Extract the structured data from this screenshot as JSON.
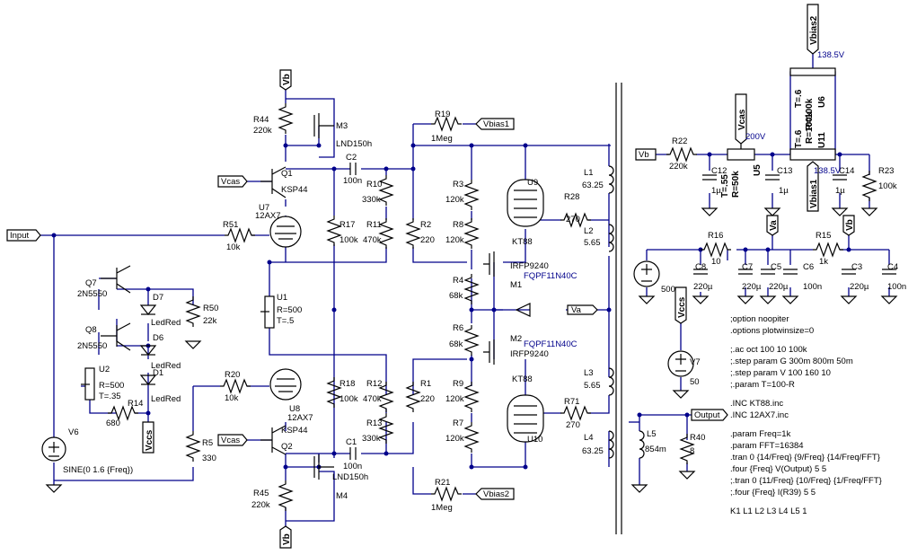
{
  "nets": {
    "input": "Input",
    "vb": "Vb",
    "vcas": "Vcas",
    "vbias1": "Vbias1",
    "vbias2": "Vbias2",
    "va": "Va",
    "vccs": "Vccs",
    "output": "Output"
  },
  "components": {
    "R44": [
      "R44",
      "220k"
    ],
    "M3": [
      "M3",
      "LND150h"
    ],
    "Q1": [
      "Q1",
      "KSP44"
    ],
    "C2": [
      "C2",
      "100n"
    ],
    "R19": [
      "R19",
      "1Meg"
    ],
    "U7": [
      "U7",
      "12AX7"
    ],
    "R51": [
      "R51",
      "10k"
    ],
    "R17": [
      "R17",
      "100k"
    ],
    "R10": [
      "R10",
      "330k"
    ],
    "R11": [
      "R11",
      "470k"
    ],
    "R2": [
      "R2",
      "220"
    ],
    "R3": [
      "R3",
      "120k"
    ],
    "R8": [
      "R8",
      "120k"
    ],
    "U9": [
      "U9",
      "KT88"
    ],
    "R28": [
      "R28",
      "270"
    ],
    "L1": [
      "L1",
      "63.25"
    ],
    "L2": [
      "L2",
      "5.65"
    ],
    "Q7": [
      "Q7",
      "2N5550"
    ],
    "Q8": [
      "Q8",
      "2N5550"
    ],
    "D7": [
      "D7",
      "LedRed"
    ],
    "D6": [
      "D6",
      "LedRed"
    ],
    "D1": [
      "D1",
      "LedRed"
    ],
    "R50": [
      "R50",
      "22k"
    ],
    "U2": [
      "U2",
      "R=500",
      "T=.35"
    ],
    "R14": [
      "R14",
      "680"
    ],
    "U1": [
      "U1",
      "R=500",
      "T=.5"
    ],
    "R4": [
      "R4",
      "68k"
    ],
    "R6": [
      "R6",
      "68k"
    ],
    "M1": [
      "M1",
      "IRFP9240",
      "FQPF11N40C"
    ],
    "M2": [
      "M2",
      "IRFP9240",
      "FQPF11N40C"
    ],
    "R20": [
      "R20",
      "10k"
    ],
    "U8": [
      "U8",
      "12AX7"
    ],
    "R18": [
      "R18",
      "100k"
    ],
    "R12": [
      "R12",
      "470k"
    ],
    "R1": [
      "R1",
      "220"
    ],
    "R9": [
      "R9",
      "120k"
    ],
    "U10": [
      "U10",
      "KT88"
    ],
    "R7": [
      "R7",
      "120k"
    ],
    "R71": [
      "R71",
      "270"
    ],
    "L3": [
      "L3",
      "5.65"
    ],
    "L4": [
      "L4",
      "63.25"
    ],
    "R13": [
      "R13",
      "330k"
    ],
    "Q2": [
      "Q2",
      "KSP44"
    ],
    "R5": [
      "R5",
      "330"
    ],
    "C1": [
      "C1",
      "100n"
    ],
    "M4": [
      "M4",
      "LND150h"
    ],
    "R45": [
      "R45",
      "220k"
    ],
    "R21": [
      "R21",
      "1Meg"
    ],
    "V6": [
      "V6",
      "SINE(0 1.6 {Freq})"
    ],
    "R22": [
      "R22",
      "220k"
    ],
    "C12": [
      "C12",
      "1µ"
    ],
    "U5": [
      "U5",
      "T=.55",
      "R=50k"
    ],
    "C13": [
      "C13",
      "1µ"
    ],
    "U6": [
      "U6",
      "T=.6",
      "R=100k"
    ],
    "U11": [
      "U11",
      "T=.6",
      "R=100k"
    ],
    "C14": [
      "C14",
      "1µ"
    ],
    "R23": [
      "R23",
      "100k"
    ],
    "R16": [
      "R16",
      "10"
    ],
    "R15": [
      "R15",
      "1k"
    ],
    "V_sup": [
      "",
      "500"
    ],
    "C8": [
      "C8",
      "220µ"
    ],
    "C7": [
      "C7",
      "220µ"
    ],
    "C5": [
      "C5",
      "220µ"
    ],
    "C6": [
      "C6",
      "100n"
    ],
    "C3": [
      "C3",
      "220µ"
    ],
    "C4": [
      "C4",
      "100n"
    ],
    "V7": [
      "V7",
      "50"
    ],
    "L5": [
      "L5",
      "854m"
    ],
    "R40": [
      "R40",
      "8"
    ]
  },
  "voltages": {
    "v200": "200V",
    "v138a": "138.5V",
    "v138b": "138.5V",
    "v138c": "138.5V"
  },
  "directives": [
    ";option noopiter",
    ".options plotwinsize=0",
    "",
    ";.ac oct 100 10 100k",
    ";.step param G 300m 800m 50m",
    ";.step param V 100 160 10",
    ";.param T=100-R",
    "",
    ".INC KT88.inc",
    ".INC 12AX7.inc",
    "",
    ".param Freq=1k",
    ".param FFT=16384",
    ".tran 0 {14/Freq} {9/Freq} {14/Freq/FFT}",
    ".four {Freq} V(Output) 5 5",
    ";.tran 0 {11/Freq} {10/Freq} {1/Freq/FFT}",
    ";.four {Freq} I(R39) 5 5",
    "",
    "K1 L1 L2 L3 L4 L5 1"
  ]
}
